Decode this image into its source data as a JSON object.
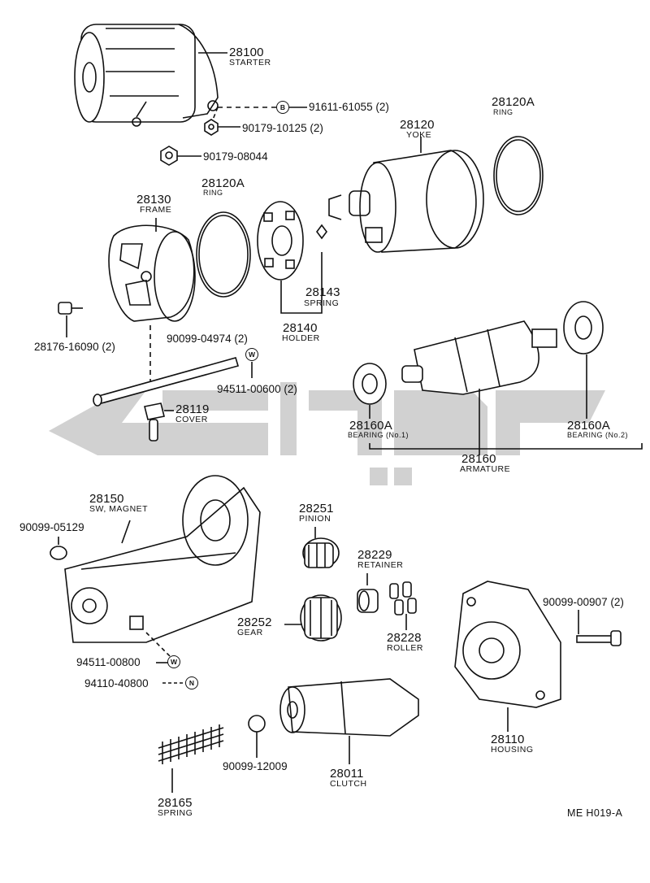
{
  "diagram": {
    "ref_code": "ME H019-A",
    "parts": {
      "p28100": {
        "num": "28100",
        "name": "STARTER"
      },
      "p28120": {
        "num": "28120",
        "name": "YOKE"
      },
      "p28120A_top": {
        "num": "28120A",
        "name": "RING"
      },
      "p28120A_mid": {
        "num": "28120A",
        "name": "RING"
      },
      "p28130": {
        "num": "28130",
        "name": "FRAME"
      },
      "p28143": {
        "num": "28143",
        "name": "SPRING"
      },
      "p28140": {
        "num": "28140",
        "name": "HOLDER"
      },
      "p28119": {
        "num": "28119",
        "name": "COVER"
      },
      "p28160A_1": {
        "num": "28160A",
        "name": "BEARING (No.1)"
      },
      "p28160A_2": {
        "num": "28160A",
        "name": "BEARING (No.2)"
      },
      "p28160": {
        "num": "28160",
        "name": "ARMATURE"
      },
      "p28150": {
        "num": "28150",
        "name": "SW, MAGNET"
      },
      "p28251": {
        "num": "28251",
        "name": "PINION"
      },
      "p28229": {
        "num": "28229",
        "name": "RETAINER"
      },
      "p28252": {
        "num": "28252",
        "name": "GEAR"
      },
      "p28228": {
        "num": "28228",
        "name": "ROLLER"
      },
      "p28110": {
        "num": "28110",
        "name": "HOUSING"
      },
      "p28011": {
        "num": "28011",
        "name": "CLUTCH"
      },
      "p28165": {
        "num": "28165",
        "name": "SPRING"
      }
    },
    "codes": {
      "c91611": "91611-61055 (2)",
      "c90179a": "90179-10125 (2)",
      "c90179b": "90179-08044",
      "c28176": "28176-16090 (2)",
      "c90099_04974": "90099-04974 (2)",
      "c94511_00600": "94511-00600 (2)",
      "c90099_05129": "90099-05129",
      "c90099_00907": "90099-00907 (2)",
      "c94511_00800": "94511-00800",
      "c94110": "94110-40800",
      "c90099_12009": "90099-12009"
    },
    "badges": {
      "b": "B",
      "w": "W",
      "n": "N"
    }
  }
}
